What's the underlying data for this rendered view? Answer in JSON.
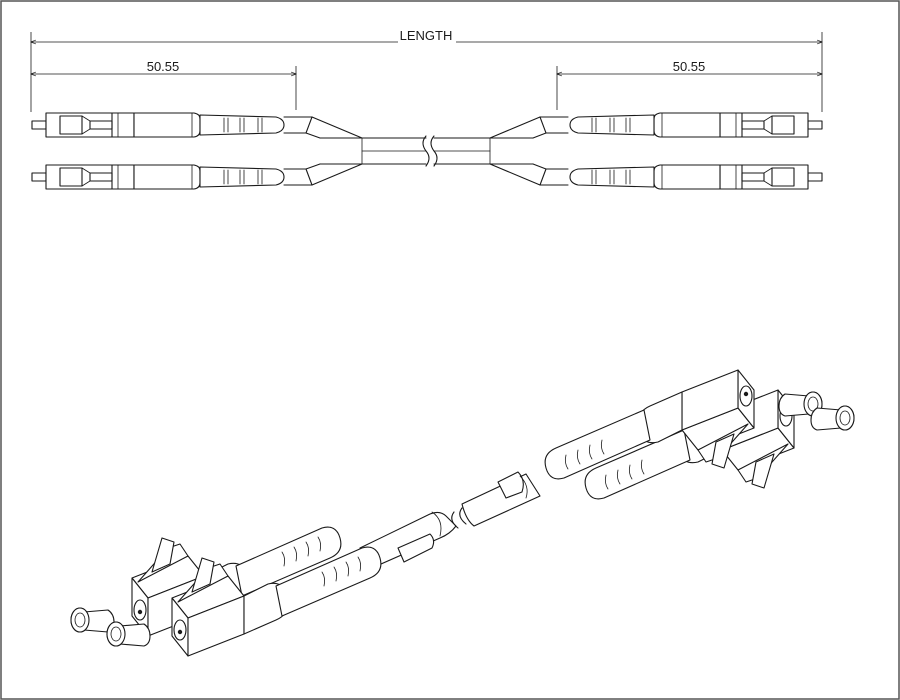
{
  "drawing": {
    "dimensions": {
      "total_length_label": "LENGTH",
      "left_breakout_label": "50.55",
      "right_breakout_label": "50.55"
    },
    "colors": {
      "line": "#1a1a1a",
      "background": "#ffffff",
      "border": "#555555"
    },
    "views": [
      {
        "name": "side-view",
        "content": "LC duplex patch cord, 2 connectors each end"
      },
      {
        "name": "isometric-view",
        "content": "LC duplex patch cord with dust caps"
      }
    ]
  }
}
